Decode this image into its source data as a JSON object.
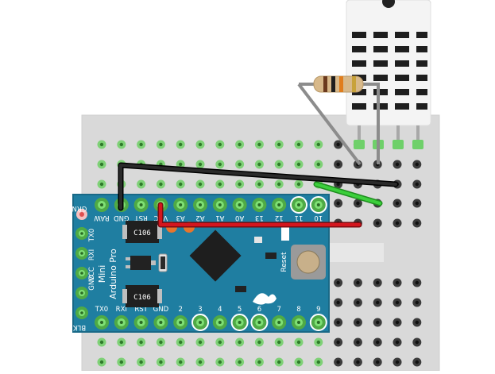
{
  "board": {
    "name_line1": "Arduino Pro",
    "name_line2": "Mini",
    "top_pins": [
      "RAW",
      "GND",
      "RST",
      "VCC",
      "A3",
      "A2",
      "A1",
      "A0",
      "13",
      "12",
      "11",
      "10"
    ],
    "bottom_pins": [
      "TX0",
      "RXI",
      "RST",
      "GND",
      "2",
      "3",
      "4",
      "5",
      "6",
      "7",
      "8",
      "9"
    ],
    "left_pins": [
      "GRN",
      "TX0",
      "RXI",
      "VCC",
      "GND",
      "BLK"
    ],
    "chip_label_1": "C106",
    "chip_label_2": "C106",
    "reset_label": "Reset"
  },
  "colors": {
    "board": "#1f7ea1",
    "breadboard": "#d9d9d9",
    "pin_green": "#5fbf4f",
    "wire_black": "#222222",
    "wire_red": "#c8141c",
    "wire_green": "#3ccf3c",
    "wire_gray": "#8c8c8c",
    "sensor": "#f4f4f4"
  },
  "icons": [
    "logo-icon",
    "reset-button-icon",
    "resistor-icon",
    "sensor-icon"
  ]
}
